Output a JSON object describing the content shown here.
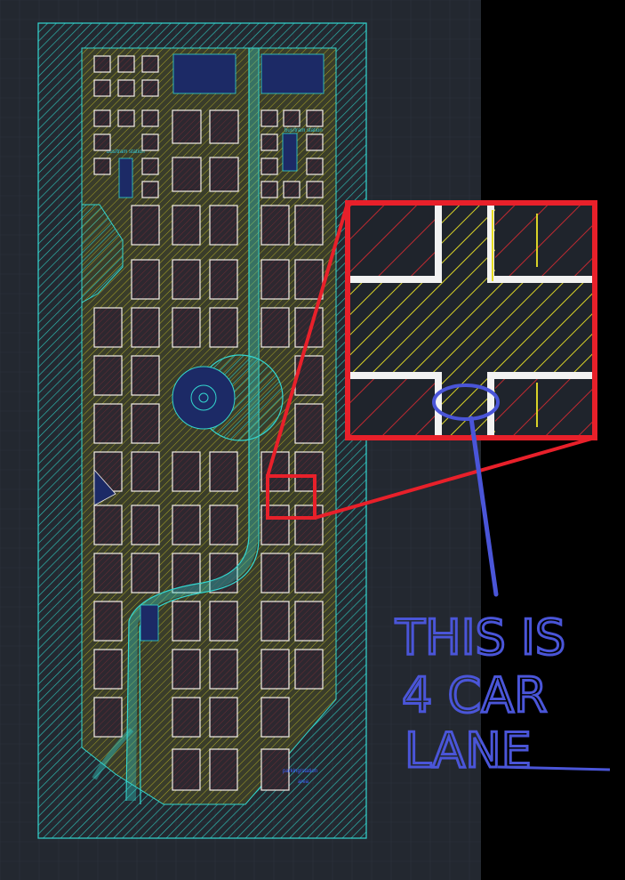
{
  "canvas": {
    "background": "#232830",
    "side_panel": "#000000"
  },
  "colors": {
    "boundary": "#33d6cf",
    "road": "#c8c320",
    "block": "#f2eee8",
    "block_fill": "#2e2a30",
    "hatch_red": "#c23a3a",
    "blue_fill": "#1c2a66",
    "callout": "#e8202a",
    "annotation": "#4a55d8"
  },
  "labels": {
    "station_left": "bus/tram station",
    "station_right": "bus/tram station",
    "corner_label_1": "parking/station",
    "corner_label_2": "area"
  },
  "annotation": {
    "line1": "THIS IS",
    "line2": "4 CAR",
    "line3": "LANE"
  }
}
